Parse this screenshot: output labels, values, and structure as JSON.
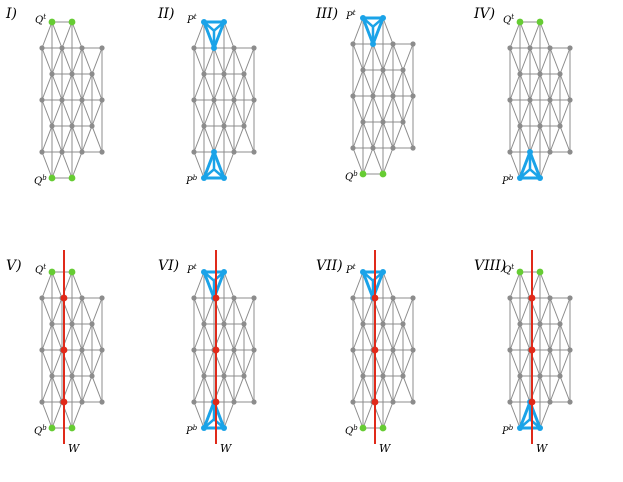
{
  "colors": {
    "edge": "#8c8c8c",
    "vertex": "#8c8c8c",
    "boundary_vertex": "#66cc33",
    "triangle": "#1aa3e8",
    "wall": "#e02a1a"
  },
  "panels": [
    {
      "label": "I)",
      "top": "Q",
      "top_sup": "t",
      "bottom": "Q",
      "bottom_sup": "b",
      "wall": "",
      "top_kind": "Q",
      "bottom_kind": "Q"
    },
    {
      "label": "II)",
      "top": "P",
      "top_sup": "t",
      "bottom": "P",
      "bottom_sup": "b",
      "wall": "",
      "top_kind": "P",
      "bottom_kind": "P"
    },
    {
      "label": "III)",
      "top": "P",
      "top_sup": "t",
      "bottom": "Q",
      "bottom_sup": "b",
      "wall": "",
      "top_kind": "P",
      "bottom_kind": "Q"
    },
    {
      "label": "IV)",
      "top": "Q",
      "top_sup": "t",
      "bottom": "P",
      "bottom_sup": "b",
      "wall": "",
      "top_kind": "Q",
      "bottom_kind": "P"
    },
    {
      "label": "V)",
      "top": "Q",
      "top_sup": "t",
      "bottom": "Q",
      "bottom_sup": "b",
      "wall": "W",
      "top_kind": "Q",
      "bottom_kind": "Q"
    },
    {
      "label": "VI)",
      "top": "P",
      "top_sup": "t",
      "bottom": "P",
      "bottom_sup": "b",
      "wall": "W",
      "top_kind": "P",
      "bottom_kind": "P"
    },
    {
      "label": "VII)",
      "top": "P",
      "top_sup": "t",
      "bottom": "Q",
      "bottom_sup": "b",
      "wall": "W",
      "top_kind": "P",
      "bottom_kind": "Q"
    },
    {
      "label": "VIII)",
      "top": "Q",
      "top_sup": "t",
      "bottom": "P",
      "bottom_sup": "b",
      "wall": "W",
      "top_kind": "Q",
      "bottom_kind": "P"
    }
  ]
}
